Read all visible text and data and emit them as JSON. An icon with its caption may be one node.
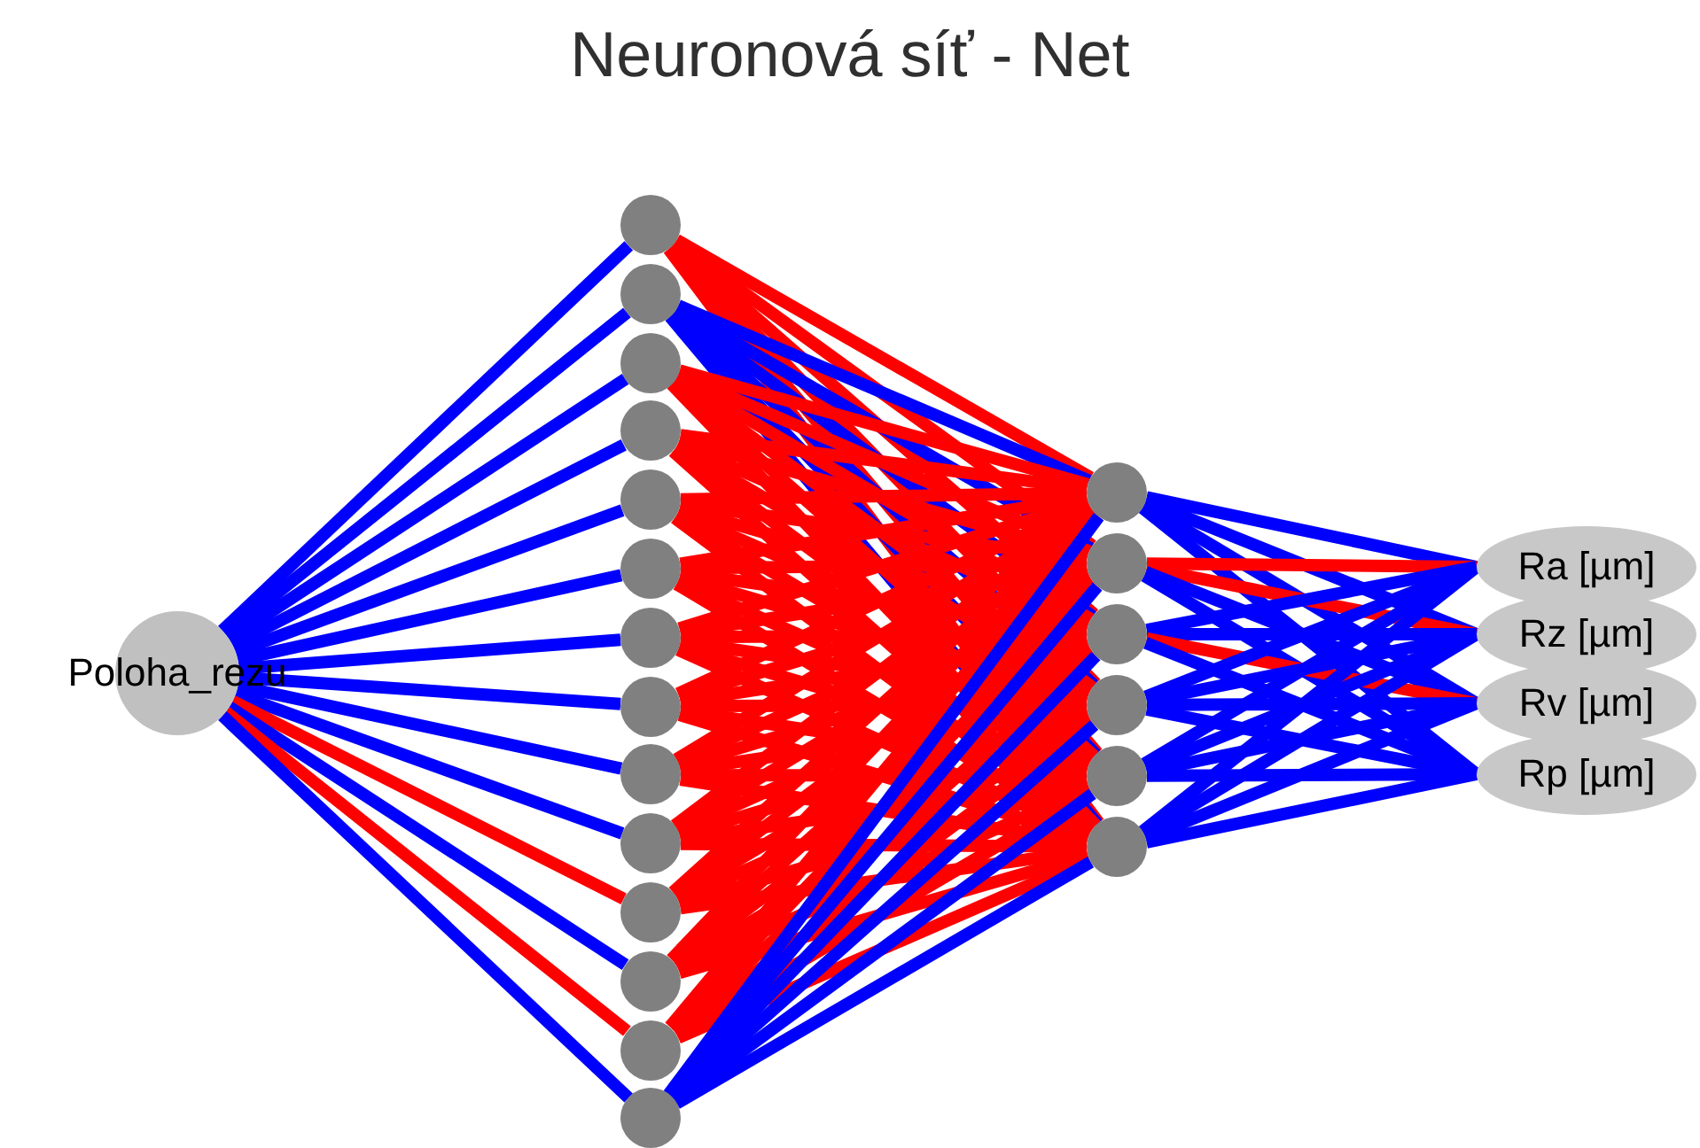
{
  "diagram": {
    "title": "Neuronová síť - Net",
    "nodes": [
      {
        "text": [
          "Poloha_rezu"
        ]
      },
      {
        "text": [],
        "shape": "circle"
      },
      {
        "text": [],
        "shape": "circle"
      },
      {
        "text": [],
        "shape": "circle"
      },
      {
        "text": [],
        "shape": "circle"
      },
      {
        "text": [],
        "shape": "circle"
      },
      {
        "text": [],
        "shape": "circle"
      },
      {
        "text": [],
        "shape": "circle"
      },
      {
        "text": [],
        "shape": "circle"
      },
      {
        "text": [],
        "shape": "circle"
      },
      {
        "text": [],
        "shape": "circle"
      },
      {
        "text": [],
        "shape": "circle"
      },
      {
        "text": [],
        "shape": "circle"
      },
      {
        "text": [],
        "shape": "circle"
      },
      {
        "text": [],
        "shape": "circle"
      },
      {
        "text": [],
        "shape": "circle"
      },
      {
        "text": [],
        "shape": "circle"
      },
      {
        "text": [],
        "shape": "circle"
      },
      {
        "text": [],
        "shape": "circle"
      },
      {
        "text": [],
        "shape": "circle"
      },
      {
        "text": [],
        "shape": "circle"
      },
      {
        "text": [
          "Ra [µm]"
        ]
      },
      {
        "text": [
          "Rz [µm]"
        ]
      },
      {
        "text": [
          "Rv [µm]"
        ]
      },
      {
        "text": [
          "Rp [µm]"
        ]
      }
    ],
    "edges": [
      {
        "from": 0,
        "to": 1,
        "arrow": "none",
        "color": "#0000ff"
      },
      {
        "from": 0,
        "to": 2,
        "arrow": "none",
        "color": "#0000ff"
      },
      {
        "from": 0,
        "to": 3,
        "arrow": "none",
        "color": "#0000ff"
      },
      {
        "from": 0,
        "to": 4,
        "arrow": "none",
        "color": "#0000ff"
      },
      {
        "from": 0,
        "to": 5,
        "arrow": "none",
        "color": "#0000ff"
      },
      {
        "from": 0,
        "to": 6,
        "arrow": "none",
        "color": "#0000ff"
      },
      {
        "from": 0,
        "to": 7,
        "arrow": "none",
        "color": "#0000ff"
      },
      {
        "from": 0,
        "to": 8,
        "arrow": "none",
        "color": "#0000ff"
      },
      {
        "from": 0,
        "to": 9,
        "arrow": "none",
        "color": "#0000ff"
      },
      {
        "from": 0,
        "to": 10,
        "arrow": "none",
        "color": "#0000ff"
      },
      {
        "from": 0,
        "to": 11,
        "arrow": "none"
      },
      {
        "from": 0,
        "to": 12,
        "arrow": "none",
        "color": "#0000ff"
      },
      {
        "from": 0,
        "to": 13,
        "arrow": "none"
      },
      {
        "from": 0,
        "to": 14,
        "arrow": "none",
        "color": "#0000ff"
      },
      {
        "from": 1,
        "to": 15,
        "arrow": "none"
      },
      {
        "from": 1,
        "to": 16,
        "arrow": "none"
      },
      {
        "from": 1,
        "to": 17,
        "arrow": "none"
      },
      {
        "from": 1,
        "to": 18,
        "arrow": "none"
      },
      {
        "from": 1,
        "to": 19,
        "arrow": "none"
      },
      {
        "from": 1,
        "to": 20,
        "arrow": "none"
      },
      {
        "from": 2,
        "to": 15,
        "arrow": "none",
        "color": "#0000ff"
      },
      {
        "from": 2,
        "to": 16,
        "arrow": "none",
        "color": "#0000ff"
      },
      {
        "from": 2,
        "to": 17,
        "arrow": "none",
        "color": "#0000ff"
      },
      {
        "from": 2,
        "to": 18,
        "arrow": "none",
        "color": "#0000ff"
      },
      {
        "from": 2,
        "to": 19,
        "arrow": "none",
        "color": "#0000ff"
      },
      {
        "from": 2,
        "to": 20,
        "arrow": "none",
        "color": "#0000ff"
      },
      {
        "from": 3,
        "to": 15,
        "arrow": "none"
      },
      {
        "from": 3,
        "to": 16,
        "arrow": "none"
      },
      {
        "from": 3,
        "to": 17,
        "arrow": "none"
      },
      {
        "from": 3,
        "to": 18,
        "arrow": "none"
      },
      {
        "from": 3,
        "to": 19,
        "arrow": "none"
      },
      {
        "from": 3,
        "to": 20,
        "arrow": "none"
      },
      {
        "from": 4,
        "to": 15,
        "arrow": "none"
      },
      {
        "from": 4,
        "to": 16,
        "arrow": "none"
      },
      {
        "from": 4,
        "to": 17,
        "arrow": "none"
      },
      {
        "from": 4,
        "to": 18,
        "arrow": "none"
      },
      {
        "from": 4,
        "to": 19,
        "arrow": "none"
      },
      {
        "from": 4,
        "to": 20,
        "arrow": "none"
      },
      {
        "from": 5,
        "to": 15,
        "arrow": "none"
      },
      {
        "from": 5,
        "to": 16,
        "arrow": "none"
      },
      {
        "from": 5,
        "to": 17,
        "arrow": "none"
      },
      {
        "from": 5,
        "to": 18,
        "arrow": "none"
      },
      {
        "from": 5,
        "to": 19,
        "arrow": "none"
      },
      {
        "from": 5,
        "to": 20,
        "arrow": "none"
      },
      {
        "from": 6,
        "to": 15,
        "arrow": "none"
      },
      {
        "from": 6,
        "to": 16,
        "arrow": "none"
      },
      {
        "from": 6,
        "to": 17,
        "arrow": "none"
      },
      {
        "from": 6,
        "to": 18,
        "arrow": "none"
      },
      {
        "from": 6,
        "to": 19,
        "arrow": "none"
      },
      {
        "from": 6,
        "to": 20,
        "arrow": "none"
      },
      {
        "from": 7,
        "to": 15,
        "arrow": "none"
      },
      {
        "from": 7,
        "to": 16,
        "arrow": "none"
      },
      {
        "from": 7,
        "to": 17,
        "arrow": "none"
      },
      {
        "from": 7,
        "to": 18,
        "arrow": "none"
      },
      {
        "from": 7,
        "to": 19,
        "arrow": "none"
      },
      {
        "from": 7,
        "to": 20,
        "arrow": "none"
      },
      {
        "from": 8,
        "to": 15,
        "arrow": "none"
      },
      {
        "from": 8,
        "to": 16,
        "arrow": "none"
      },
      {
        "from": 8,
        "to": 17,
        "arrow": "none"
      },
      {
        "from": 8,
        "to": 18,
        "arrow": "none"
      },
      {
        "from": 8,
        "to": 19,
        "arrow": "none"
      },
      {
        "from": 8,
        "to": 20,
        "arrow": "none"
      },
      {
        "from": 9,
        "to": 15,
        "arrow": "none"
      },
      {
        "from": 9,
        "to": 16,
        "arrow": "none"
      },
      {
        "from": 9,
        "to": 17,
        "arrow": "none"
      },
      {
        "from": 9,
        "to": 18,
        "arrow": "none"
      },
      {
        "from": 9,
        "to": 19,
        "arrow": "none"
      },
      {
        "from": 9,
        "to": 20,
        "arrow": "none"
      },
      {
        "from": 10,
        "to": 15,
        "arrow": "none"
      },
      {
        "from": 10,
        "to": 16,
        "arrow": "none"
      },
      {
        "from": 10,
        "to": 17,
        "arrow": "none"
      },
      {
        "from": 10,
        "to": 18,
        "arrow": "none"
      },
      {
        "from": 10,
        "to": 19,
        "arrow": "none"
      },
      {
        "from": 10,
        "to": 20,
        "arrow": "none"
      },
      {
        "from": 11,
        "to": 15,
        "arrow": "none"
      },
      {
        "from": 11,
        "to": 16,
        "arrow": "none"
      },
      {
        "from": 11,
        "to": 17,
        "arrow": "none"
      },
      {
        "from": 11,
        "to": 18,
        "arrow": "none"
      },
      {
        "from": 11,
        "to": 19,
        "arrow": "none"
      },
      {
        "from": 11,
        "to": 20,
        "arrow": "none"
      },
      {
        "from": 12,
        "to": 15,
        "arrow": "none"
      },
      {
        "from": 12,
        "to": 16,
        "arrow": "none"
      },
      {
        "from": 12,
        "to": 17,
        "arrow": "none"
      },
      {
        "from": 12,
        "to": 18,
        "arrow": "none"
      },
      {
        "from": 12,
        "to": 19,
        "arrow": "none"
      },
      {
        "from": 12,
        "to": 20,
        "arrow": "none"
      },
      {
        "from": 13,
        "to": 15,
        "arrow": "none"
      },
      {
        "from": 13,
        "to": 16,
        "arrow": "none"
      },
      {
        "from": 13,
        "to": 17,
        "arrow": "none"
      },
      {
        "from": 13,
        "to": 18,
        "arrow": "none"
      },
      {
        "from": 13,
        "to": 19,
        "arrow": "none"
      },
      {
        "from": 13,
        "to": 20,
        "arrow": "none"
      },
      {
        "from": 14,
        "to": 15,
        "arrow": "none",
        "color": "#0000ff"
      },
      {
        "from": 14,
        "to": 16,
        "arrow": "none",
        "color": "#0000ff"
      },
      {
        "from": 14,
        "to": 17,
        "arrow": "none",
        "color": "#0000ff"
      },
      {
        "from": 14,
        "to": 18,
        "arrow": "none",
        "color": "#0000ff"
      },
      {
        "from": 14,
        "to": 19,
        "arrow": "none",
        "color": "#0000ff"
      },
      {
        "from": 14,
        "to": 20,
        "arrow": "none",
        "color": "#0000ff"
      },
      {
        "from": 15,
        "to": 21,
        "arrow": "none",
        "color": "#0000ff"
      },
      {
        "from": 15,
        "to": 22,
        "arrow": "none",
        "color": "#0000ff"
      },
      {
        "from": 15,
        "to": 23,
        "arrow": "none",
        "color": "#0000ff"
      },
      {
        "from": 15,
        "to": 24,
        "arrow": "none",
        "color": "#0000ff"
      },
      {
        "from": 16,
        "to": 21,
        "arrow": "none"
      },
      {
        "from": 16,
        "to": 22,
        "arrow": "none"
      },
      {
        "from": 16,
        "to": 23,
        "arrow": "none",
        "color": "#0000ff"
      },
      {
        "from": 16,
        "to": 24,
        "arrow": "none",
        "color": "#0000ff"
      },
      {
        "from": 17,
        "to": 21,
        "arrow": "none",
        "color": "#0000ff"
      },
      {
        "from": 17,
        "to": 22,
        "arrow": "none",
        "color": "#0000ff"
      },
      {
        "from": 17,
        "to": 23,
        "arrow": "none"
      },
      {
        "from": 17,
        "to": 24,
        "arrow": "none",
        "color": "#0000ff"
      },
      {
        "from": 18,
        "to": 21,
        "arrow": "none",
        "color": "#0000ff"
      },
      {
        "from": 18,
        "to": 22,
        "arrow": "none",
        "color": "#0000ff"
      },
      {
        "from": 18,
        "to": 23,
        "arrow": "none",
        "color": "#0000ff"
      },
      {
        "from": 18,
        "to": 24,
        "arrow": "none",
        "color": "#0000ff"
      },
      {
        "from": 19,
        "to": 21,
        "arrow": "none",
        "color": "#0000ff"
      },
      {
        "from": 19,
        "to": 22,
        "arrow": "none",
        "color": "#0000ff"
      },
      {
        "from": 19,
        "to": 23,
        "arrow": "none",
        "color": "#0000ff"
      },
      {
        "from": 19,
        "to": 24,
        "arrow": "none",
        "color": "#0000ff"
      },
      {
        "from": 20,
        "to": 21,
        "arrow": "none",
        "color": "#0000ff"
      },
      {
        "from": 20,
        "to": 22,
        "arrow": "none",
        "color": "#0000ff"
      },
      {
        "from": 20,
        "to": 23,
        "arrow": "none",
        "color": "#0000ff"
      },
      {
        "from": 20,
        "to": 24,
        "arrow": "none",
        "color": "#0000ff"
      }
    ]
  }
}
